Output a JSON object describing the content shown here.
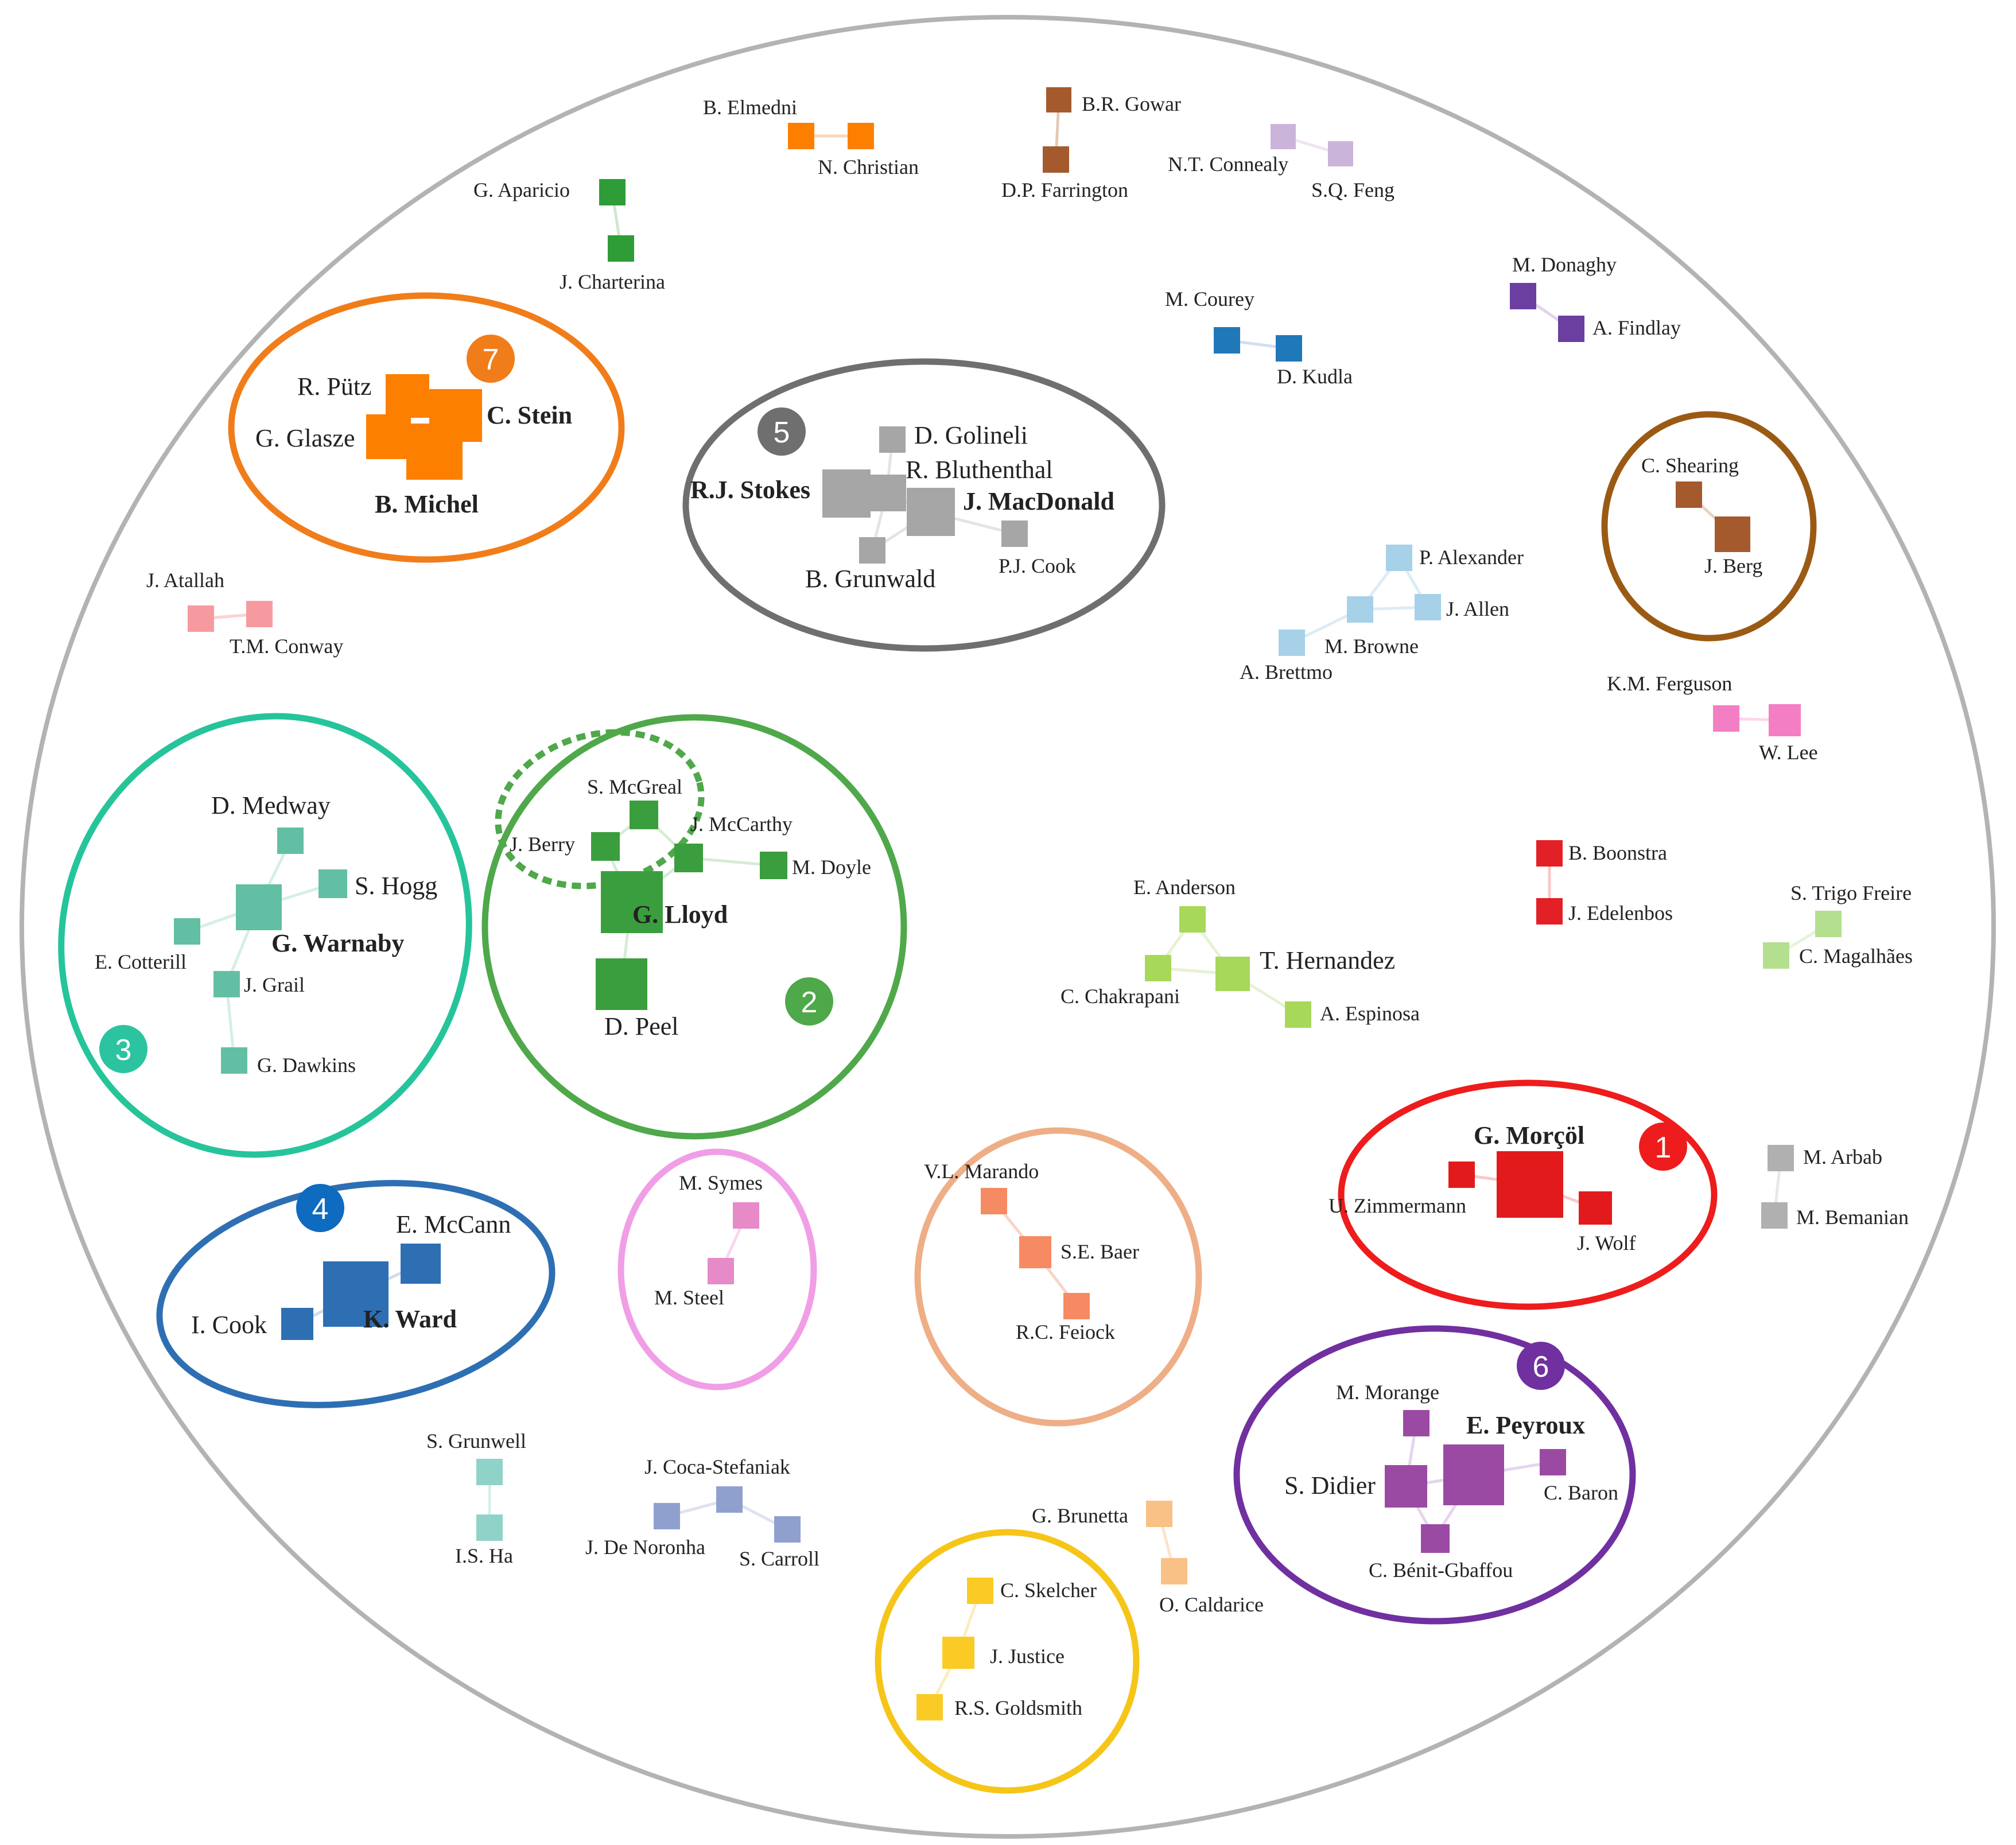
{
  "colors": {
    "outer_circle": "#b3b3b3",
    "cluster_1": "#ee1c1c",
    "cluster_2": "#4fa84a",
    "cluster_3": "#26c49a",
    "cluster_4": "#2e6fb3",
    "cluster_5": "#6f6f6f",
    "cluster_6": "#7030a0",
    "cluster_7": "#f07d1a",
    "cluster_pink": "#f09ee6",
    "cluster_salmon": "#eeae86",
    "cluster_yellow": "#f5c518",
    "cluster_brown": "#9b5a14",
    "cluster_3_badge": "#2cc3a0",
    "cluster_4_badge": "#0e6bbf"
  },
  "clusters": [
    {
      "number": "1",
      "members": [
        "G. Morçöl",
        "U. Zimmermann",
        "J. Wolf"
      ]
    },
    {
      "number": "2",
      "members": [
        "G. Lloyd",
        "S. McGreal",
        "J. Berry",
        "J. McCarthy",
        "M. Doyle",
        "D. Peel"
      ]
    },
    {
      "number": "3",
      "members": [
        "G. Warnaby",
        "D. Medway",
        "S. Hogg",
        "E. Cotterill",
        "J. Grail",
        "G. Dawkins"
      ]
    },
    {
      "number": "4",
      "members": [
        "K. Ward",
        "E. McCann",
        "I. Cook"
      ]
    },
    {
      "number": "5",
      "members": [
        "R.J. Stokes",
        "J. MacDonald",
        "D. Golineli",
        "R. Bluthenthal",
        "B. Grunwald",
        "P.J. Cook"
      ]
    },
    {
      "number": "6",
      "members": [
        "E. Peyroux",
        "M. Morange",
        "S. Didier",
        "C. Baron",
        "C. Bénit-Gbaffou"
      ]
    },
    {
      "number": "7",
      "members": [
        "B. Michel",
        "C. Stein",
        "R. Pütz",
        "G. Glasze"
      ]
    }
  ],
  "authors": {
    "b_elmedni": "B. Elmedni",
    "n_christian": "N. Christian",
    "br_gowar": "B.R. Gowar",
    "dp_farrington": "D.P. Farrington",
    "nt_connealy": "N.T. Connealy",
    "sq_feng": "S.Q. Feng",
    "g_aparicio": "G. Aparicio",
    "j_charterina": "J. Charterina",
    "m_donaghy": "M. Donaghy",
    "a_findlay": "A. Findlay",
    "m_courey": "M. Courey",
    "d_kudla": "D. Kudla",
    "r_putz": "R. Pütz",
    "c_stein": "C. Stein",
    "g_glasze": "G. Glasze",
    "b_michel": "B. Michel",
    "d_golineli": "D. Golineli",
    "r_bluthenthal": "R. Bluthenthal",
    "rj_stokes": "R.J. Stokes",
    "j_macdonald": "J. MacDonald",
    "b_grunwald": "B. Grunwald",
    "pj_cook": "P.J. Cook",
    "c_shearing": "C. Shearing",
    "j_berg": "J. Berg",
    "j_atallah": "J. Atallah",
    "tm_conway": "T.M. Conway",
    "p_alexander": "P. Alexander",
    "j_allen": "J. Allen",
    "m_browne": "M. Browne",
    "a_brettmo": "A. Brettmo",
    "km_ferguson": "K.M. Ferguson",
    "w_lee": "W. Lee",
    "d_medway": "D. Medway",
    "s_hogg": "S. Hogg",
    "g_warnaby": "G. Warnaby",
    "e_cotterill": "E. Cotterill",
    "j_grail": "J. Grail",
    "g_dawkins": "G. Dawkins",
    "s_mcgreal": "S. McGreal",
    "j_mccarthy": "J. McCarthy",
    "j_berry": "J. Berry",
    "m_doyle": "M. Doyle",
    "g_lloyd": "G. Lloyd",
    "d_peel": "D. Peel",
    "b_boonstra": "B. Boonstra",
    "j_edelenbos": "J. Edelenbos",
    "s_trigo_freire": "S. Trigo Freire",
    "c_magalhaes": "C. Magalhães",
    "e_anderson": "E. Anderson",
    "t_hernandez": "T. Hernandez",
    "c_chakrapani": "C. Chakrapani",
    "a_espinosa": "A. Espinosa",
    "g_morcol": "G. Morçöl",
    "u_zimmermann": "U. Zimmermann",
    "j_wolf": "J. Wolf",
    "m_arbab": "M. Arbab",
    "m_bemanian": "M. Bemanian",
    "m_symes": "M. Symes",
    "m_steel": "M. Steel",
    "vl_marando": "V.L. Marando",
    "se_baer": "S.E. Baer",
    "rc_feiock": "R.C. Feiock",
    "e_mccann": "E. McCann",
    "i_cook": "I. Cook",
    "k_ward": "K. Ward",
    "m_morange": "M. Morange",
    "e_peyroux": "E. Peyroux",
    "s_didier": "S. Didier",
    "c_baron": "C. Baron",
    "c_benit_gbaffou": "C. Bénit-Gbaffou",
    "s_grunwell": "S. Grunwell",
    "is_ha": "I.S. Ha",
    "j_coca_stefaniak": "J. Coca-Stefaniak",
    "j_de_noronha": "J. De Noronha",
    "s_carroll": "S. Carroll",
    "g_brunetta": "G. Brunetta",
    "o_caldarice": "O. Caldarice",
    "c_skelcher": "C. Skelcher",
    "j_justice": "J. Justice",
    "rs_goldsmith": "R.S. Goldsmith"
  }
}
